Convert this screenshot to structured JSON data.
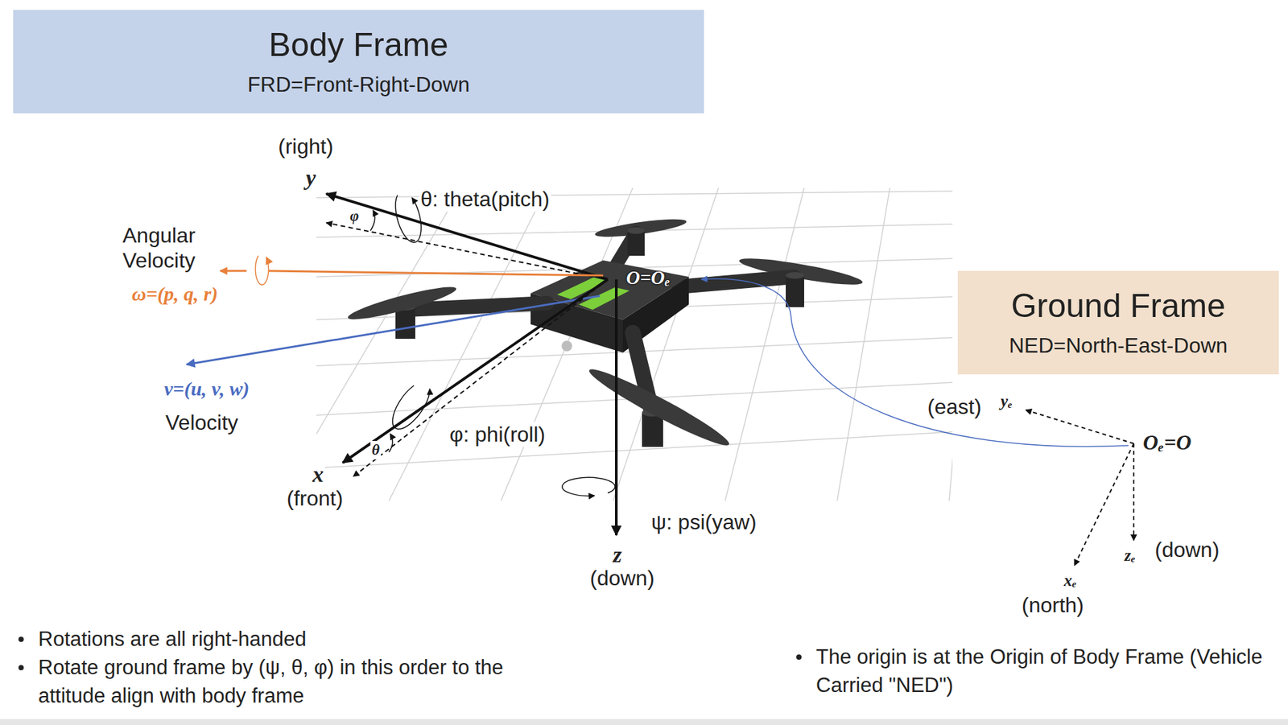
{
  "diagram": {
    "nodes": [
      {
        "text": [
          "Body Frame",
          "FRD=Front-Right-Down"
        ]
      },
      {
        "text": [
          "Ground Frame",
          "NED=North-East-Down"
        ]
      }
    ],
    "labels": [
      "(right)",
      "y",
      "φ",
      "θ: theta(pitch)",
      "Angular Velocity",
      "ω=(p, q, r)",
      "O=Oₑ",
      "v=(u, v, w)",
      "Velocity",
      "φ: phi(roll)",
      "θ",
      "x",
      "(front)",
      "ψ: psi(yaw)",
      "z",
      "(down)",
      "(east)",
      "yₑ",
      "Oₑ=O",
      "zₑ",
      "(down)",
      "xₑ",
      "(north)",
      "Rotations are all right-handed",
      "Rotate ground frame by (ψ, θ, φ) in this order to the attitude align with body frame",
      "The origin is at the Origin of Body Frame (Vehicle Carried \"NED\")"
    ]
  }
}
